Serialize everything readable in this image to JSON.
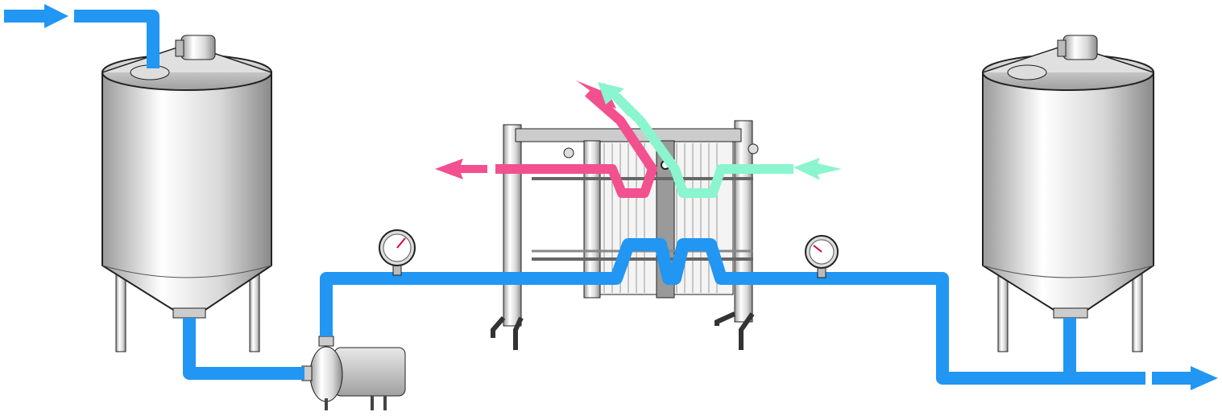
{
  "diagram": {
    "components": [
      "supply-tank",
      "centrifugal-pump",
      "plate-heat-exchanger",
      "pressure-gauge-inlet",
      "pressure-gauge-outlet",
      "receiving-tank"
    ],
    "flows": {
      "product": {
        "color": "#2196f3"
      },
      "heating_medium": {
        "color": "#f2508e"
      },
      "cooling_medium": {
        "color": "#8af5cf"
      }
    },
    "metal_colors": {
      "light": "#f2f2f2",
      "mid": "#c8c8c8",
      "dark": "#8a8a8a",
      "outline": "#222222"
    }
  }
}
